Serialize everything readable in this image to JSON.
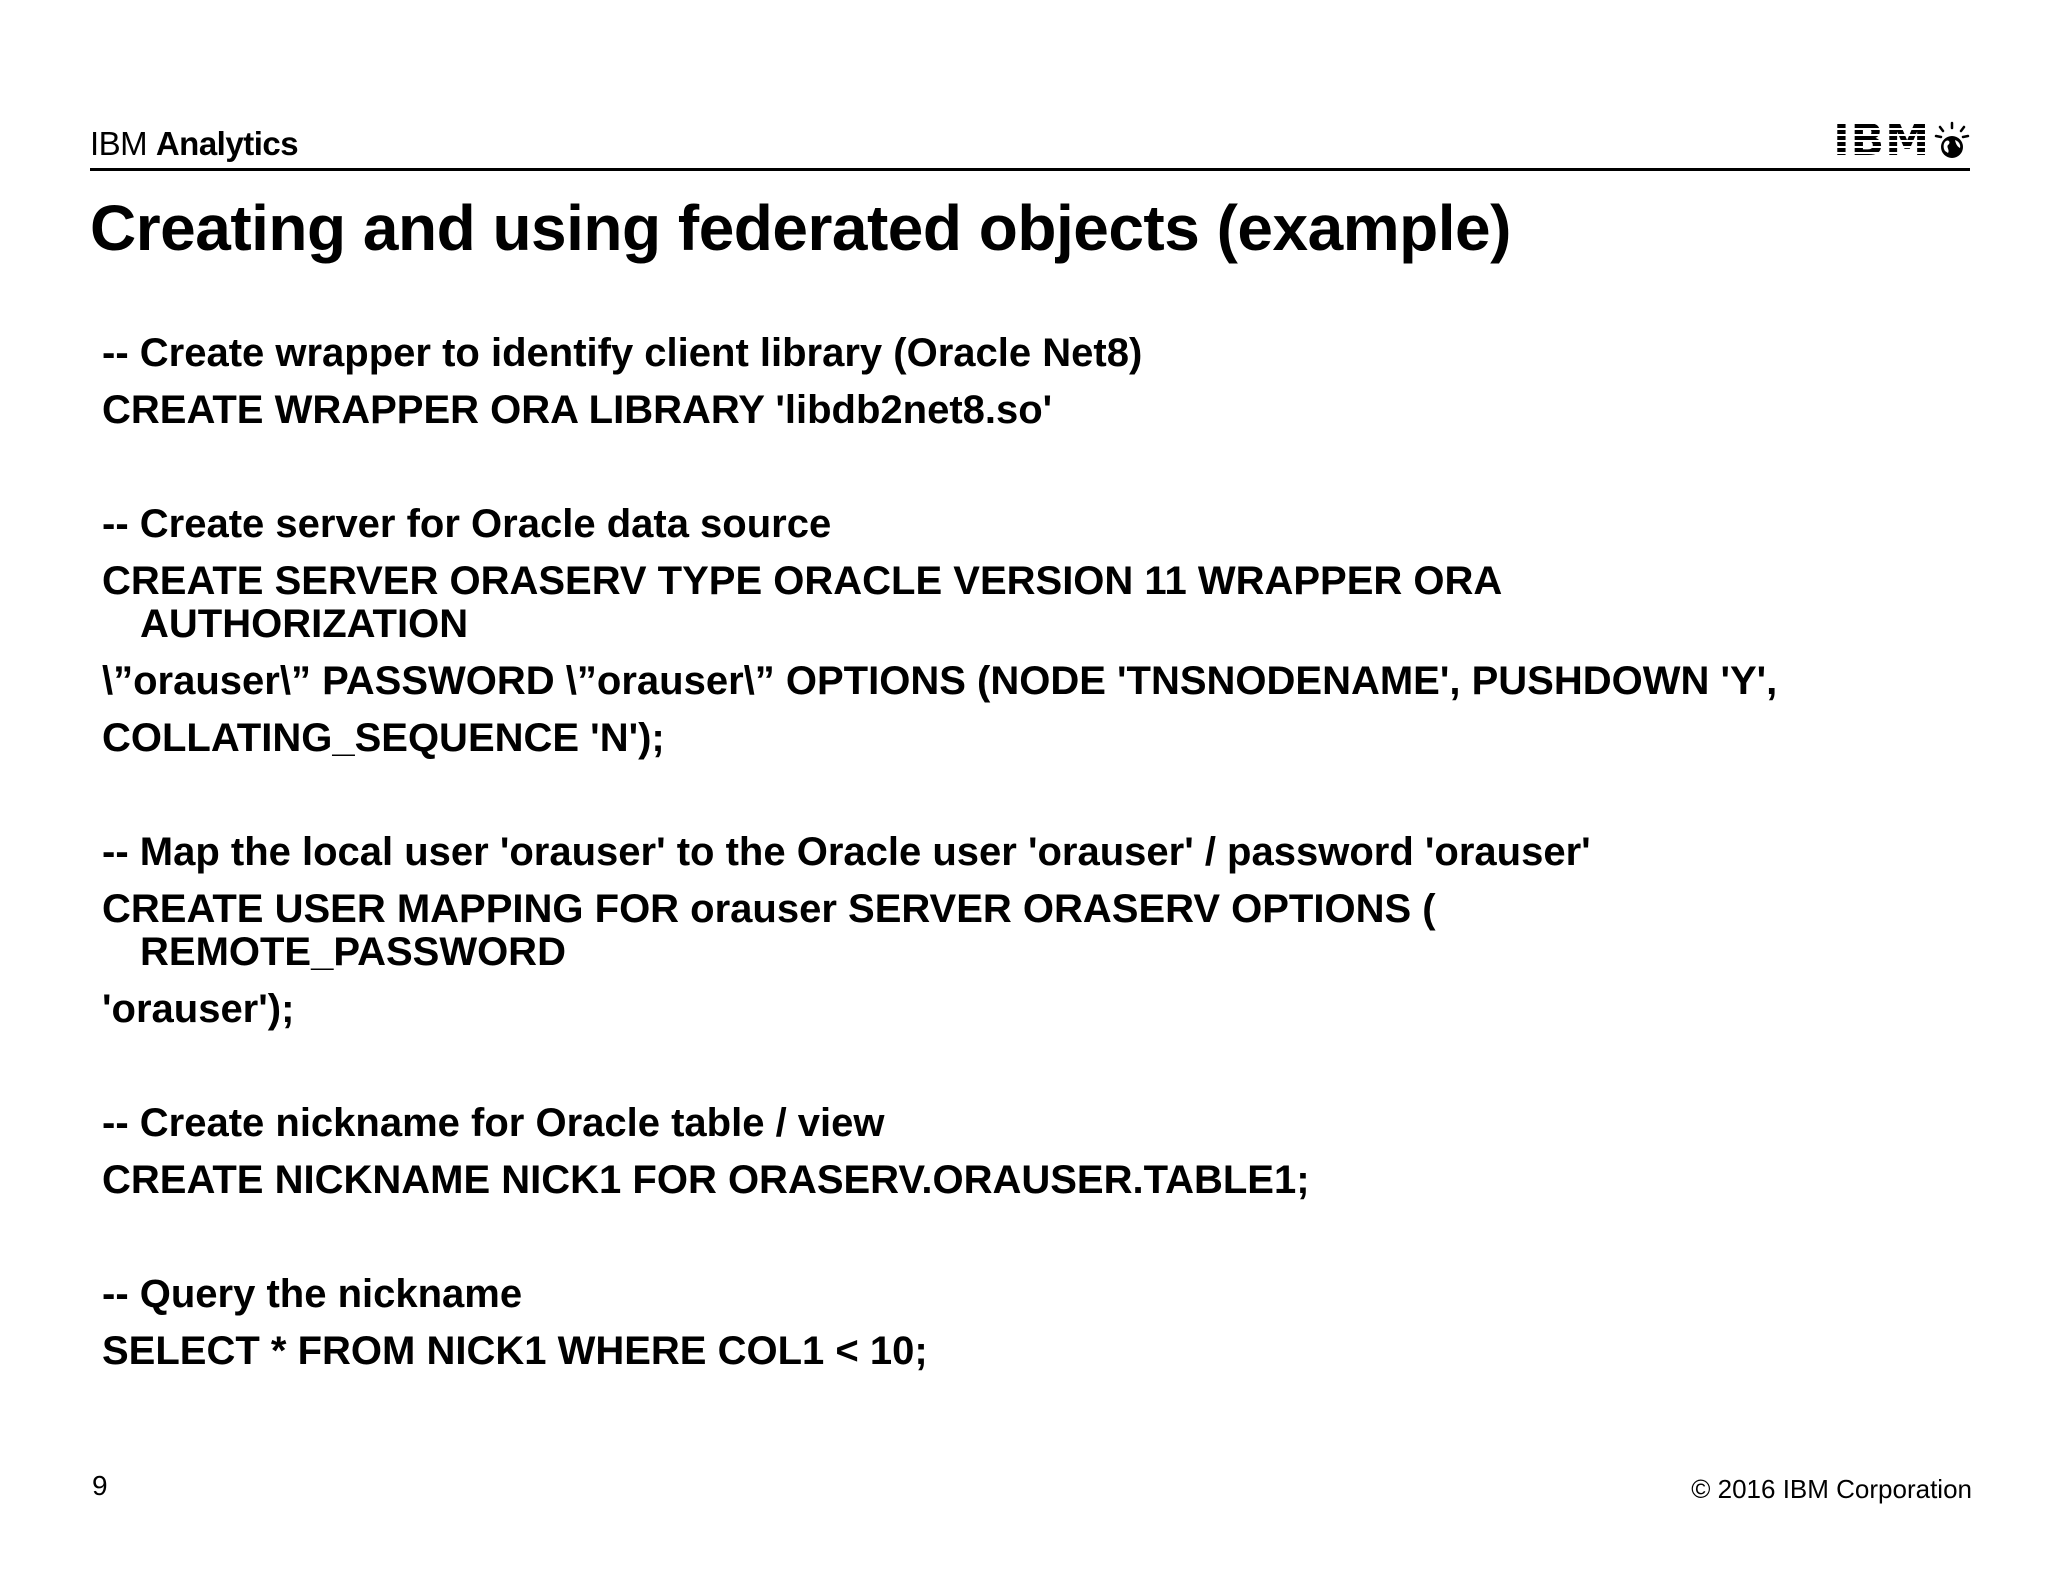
{
  "header": {
    "brand_light": "IBM",
    "brand_bold": "Analytics",
    "logo_text": "IBM"
  },
  "title": "Creating and using federated objects (example)",
  "blocks": [
    {
      "comment": "-- Create wrapper  to identify client library (Oracle Net8)",
      "lines": [
        "CREATE  WRAPPER  ORA  LIBRARY 'libdb2net8.so'"
      ]
    },
    {
      "comment": "-- Create server for Oracle data source",
      "lines": [
        "CREATE  SERVER  ORASERV  TYPE ORACLE  VERSION  11 WRAPPER  ORA",
        "AUTHORIZATION",
        "\\”orauser\\”  PASSWORD  \\”orauser\\”  OPTIONS  (NODE 'TNSNODENAME',  PUSHDOWN  'Y',",
        "COLLATING_SEQUENCE  'N');"
      ]
    },
    {
      "comment": "-- Map the local  user 'orauser'  to the Oracle user 'orauser' / password 'orauser'",
      "lines": [
        "CREATE  USER MAPPING  FOR orauser SERVER  ORASERV  OPTIONS  (",
        "REMOTE_PASSWORD",
        "'orauser');"
      ]
    },
    {
      "comment": "-- Create nickname  for Oracle table / view",
      "lines": [
        "CREATE  NICKNAME  NICK1 FOR  ORASERV.ORAUSER.TABLE1;"
      ]
    },
    {
      "comment": "-- Query  the nickname",
      "lines": [
        "SELECT  * FROM  NICK1 WHERE  COL1 < 10;"
      ]
    }
  ],
  "footer": {
    "page_number": "9",
    "copyright": "© 2016 IBM Corporation"
  }
}
